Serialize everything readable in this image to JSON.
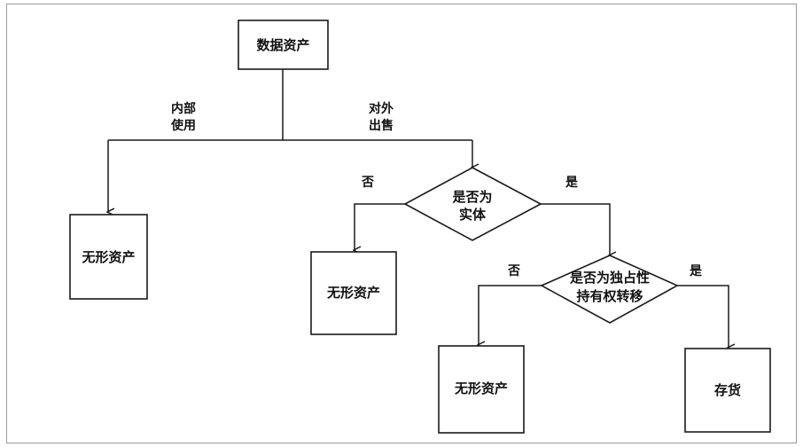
{
  "nodes": {
    "root": "数据资产",
    "intangible_internal": "无形资产",
    "decision_entity": [
      "是否为",
      "实体"
    ],
    "intangible_non_entity": "无形资产",
    "decision_exclusive": [
      "是否为独占性",
      "持有权转移"
    ],
    "intangible_non_exclusive": "无形资产",
    "inventory": "存货"
  },
  "edges": {
    "internal_use": [
      "内部",
      "使用"
    ],
    "external_sale": [
      "对外",
      "出售"
    ],
    "entity_no": "否",
    "entity_yes": "是",
    "exclusive_no": "否",
    "exclusive_yes": "是"
  }
}
